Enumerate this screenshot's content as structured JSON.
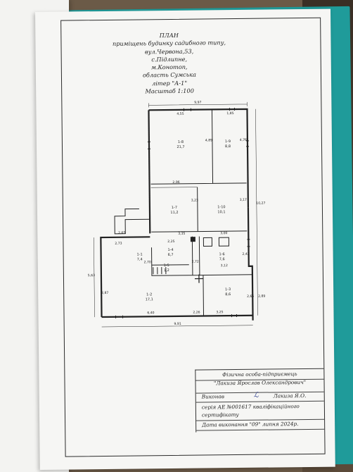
{
  "title_lines": [
    "ПЛАН",
    "приміщень будинку садибного типу,",
    "вул.Червона,53,",
    "с.Підлипне,",
    "м.Конотоп,",
    "область Сумська",
    "літер \"А-1\"",
    "Масштаб  1:100"
  ],
  "dimensions": {
    "top_total": "9,97",
    "top_left": "4,55",
    "top_right": "1,85",
    "r18_h": "4,89",
    "r19_h": "4,76",
    "mid_width": "2,96",
    "r17_h": "3,23",
    "r110_h": "3,17",
    "right_side": "10,27",
    "w355": "2,65",
    "w335": "3,35",
    "w300": "3,00",
    "w273": "2,73",
    "w225": "2,25",
    "left_side": "5,63",
    "h270": "2,70",
    "h272": "2,72",
    "w312": "3,12",
    "h242": "2,42",
    "h287": "2,87",
    "h265": "2,65",
    "h289": "2,89",
    "w640": "6,40",
    "w226": "2,26",
    "w325": "3,25",
    "bottom_total": "9,91"
  },
  "rooms": [
    {
      "id": "1-8",
      "area": "21,7"
    },
    {
      "id": "1-9",
      "area": "8,8"
    },
    {
      "id": "1-7",
      "area": "11,2"
    },
    {
      "id": "1-10",
      "area": "10,1"
    },
    {
      "id": "1-1",
      "area": "7,4"
    },
    {
      "id": "1-4",
      "area": "6,7"
    },
    {
      "id": "1-6",
      "area": "7,6"
    },
    {
      "id": "1-5",
      "area": "1,2"
    },
    {
      "id": "1-2",
      "area": "17,1"
    },
    {
      "id": "1-3",
      "area": "8,6"
    }
  ],
  "stamp": {
    "org_label": "Фізична особа-підприємець",
    "org_name": "\"Лакиза Ярослав Олександрович\"",
    "executor_label": "Виконав",
    "executor_name": "Лакиза Я.О.",
    "cert_line1": "серія АЕ №001617 кваліфікаційного",
    "cert_line2": "сертифікату",
    "date_line": "Дата виконання \"09\" липня 2024р."
  }
}
